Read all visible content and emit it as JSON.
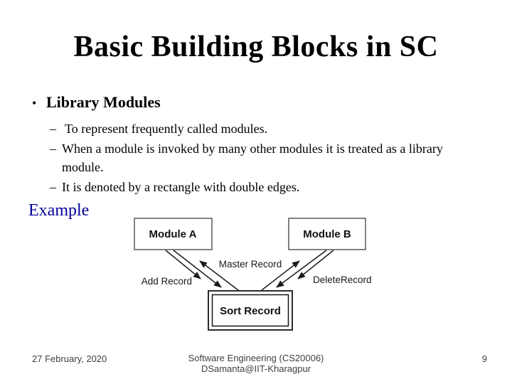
{
  "slide": {
    "title": "Basic Building Blocks in SC",
    "bullet_glyph": "•",
    "bullet": "Library Modules",
    "sub_bullet_dash": "–",
    "sub_bullets": [
      {
        "text": "To represent frequently called modules."
      },
      {
        "text": "When a module is invoked by many other modules it is treated as a library module."
      },
      {
        "text": "It is denoted by a rectangle with double edges."
      }
    ],
    "example_label": "Example"
  },
  "diagram": {
    "boxes": [
      {
        "id": "module-a",
        "label": "Module A",
        "border": "single"
      },
      {
        "id": "module-b",
        "label": "Module B",
        "border": "single"
      },
      {
        "id": "sort-record",
        "label": "Sort Record",
        "border": "double"
      }
    ],
    "arrow_labels": {
      "add_record": "Add Record",
      "master_record": "Master Record",
      "delete_record": "DeleteRecord"
    }
  },
  "footer": {
    "date": "27 February, 2020",
    "course_line1": "Software Engineering (CS20006)",
    "course_line2": "DSamanta@IIT-Kharagpur",
    "page_number": "9"
  },
  "colors": {
    "background": "#ffffff",
    "title_text": "#000000",
    "body_text": "#000000",
    "example_accent": "#000099",
    "footer_text": "#3f3f3f",
    "diagram_line": "#1a1a1a",
    "module_box_border": "#595959"
  }
}
